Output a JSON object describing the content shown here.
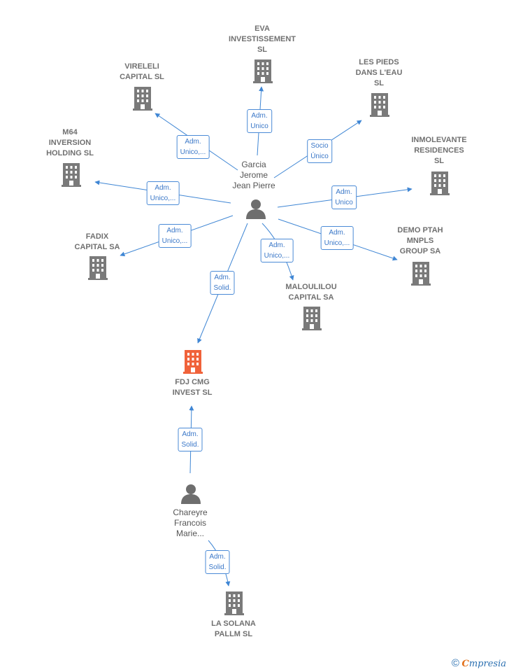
{
  "colors": {
    "edge": "#3f86d4",
    "building": "#7a7a7a",
    "building_highlight": "#f0623a",
    "person": "#6e6e6e"
  },
  "nodes": {
    "eva": {
      "label": "EVA\nINVESTISSEMENT\nSL"
    },
    "vireleli": {
      "label": "VIRELELI\nCAPITAL  SL"
    },
    "pieds": {
      "label": "LES PIEDS\nDANS L'EAU\nSL"
    },
    "m64": {
      "label": "M64\nINVERSION\nHOLDING  SL"
    },
    "inmolevante": {
      "label": "INMOLEVANTE\nRESIDENCES\nSL"
    },
    "fadix": {
      "label": "FADIX\nCAPITAL SA"
    },
    "demo": {
      "label": "DEMO PTAH\nMNPLS\nGROUP SA"
    },
    "maloulilou": {
      "label": "MALOULILOU\nCAPITAL SA"
    },
    "fdj": {
      "label": "FDJ CMG\nINVEST  SL"
    },
    "solana": {
      "label": "LA SOLANA\nPALLM  SL"
    },
    "garcia": {
      "label": "Garcia\nJerome\nJean Pierre"
    },
    "chareyre": {
      "label": "Chareyre\nFrancois\nMarie..."
    }
  },
  "edges": {
    "eva": "Adm.\nUnico",
    "vireleli": "Adm.\nUnico,...",
    "pieds": "Socio\nÚnico",
    "m64": "Adm.\nUnico,...",
    "inmolevante": "Adm.\nUnico",
    "fadix": "Adm.\nUnico,...",
    "demo": "Adm.\nUnico,...",
    "maloulilou": "Adm.\nUnico,...",
    "fdj_garcia": "Adm.\nSolid.",
    "fdj_chareyre": "Adm.\nSolid.",
    "solana": "Adm.\nSolid."
  },
  "footer": {
    "copyright": "©",
    "brand_first": "C",
    "brand_rest": "mpresia"
  }
}
